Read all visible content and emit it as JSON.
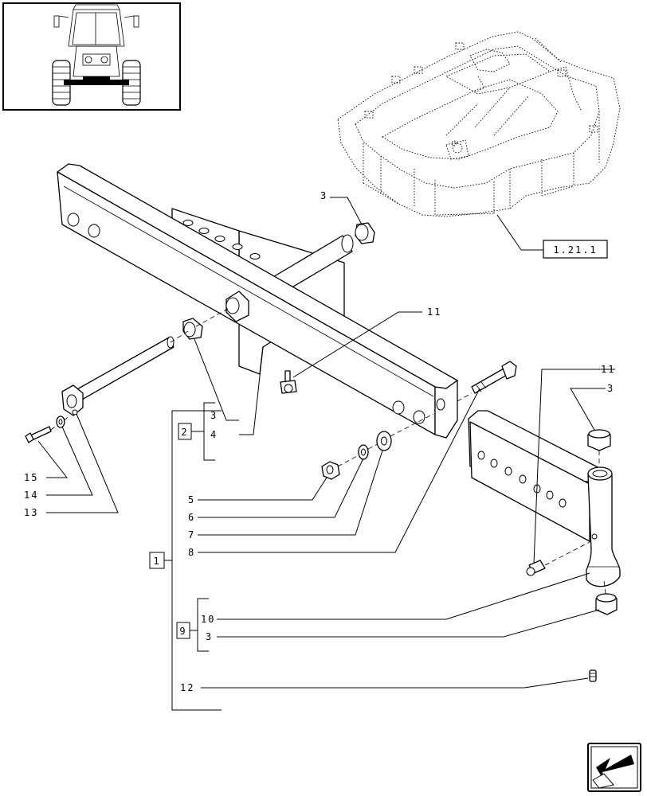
{
  "reference_label": "1.21.1",
  "callouts": {
    "c1": "1",
    "c2": "2",
    "c3a": "3",
    "c3b": "3",
    "c3c": "3",
    "c3d": "3",
    "c4": "4",
    "c5": "5",
    "c6": "6",
    "c7": "7",
    "c8": "8",
    "c9": "9",
    "c10": "10",
    "c11a": "11",
    "c11b": "11",
    "c12": "12",
    "c13": "13",
    "c14": "14",
    "c15": "15"
  },
  "icons": {
    "thumbnail": "tractor-front-thumbnail-icon",
    "navigation": "next-page-arrow-icon"
  },
  "colors": {
    "line": "#000000",
    "background": "#ffffff"
  }
}
